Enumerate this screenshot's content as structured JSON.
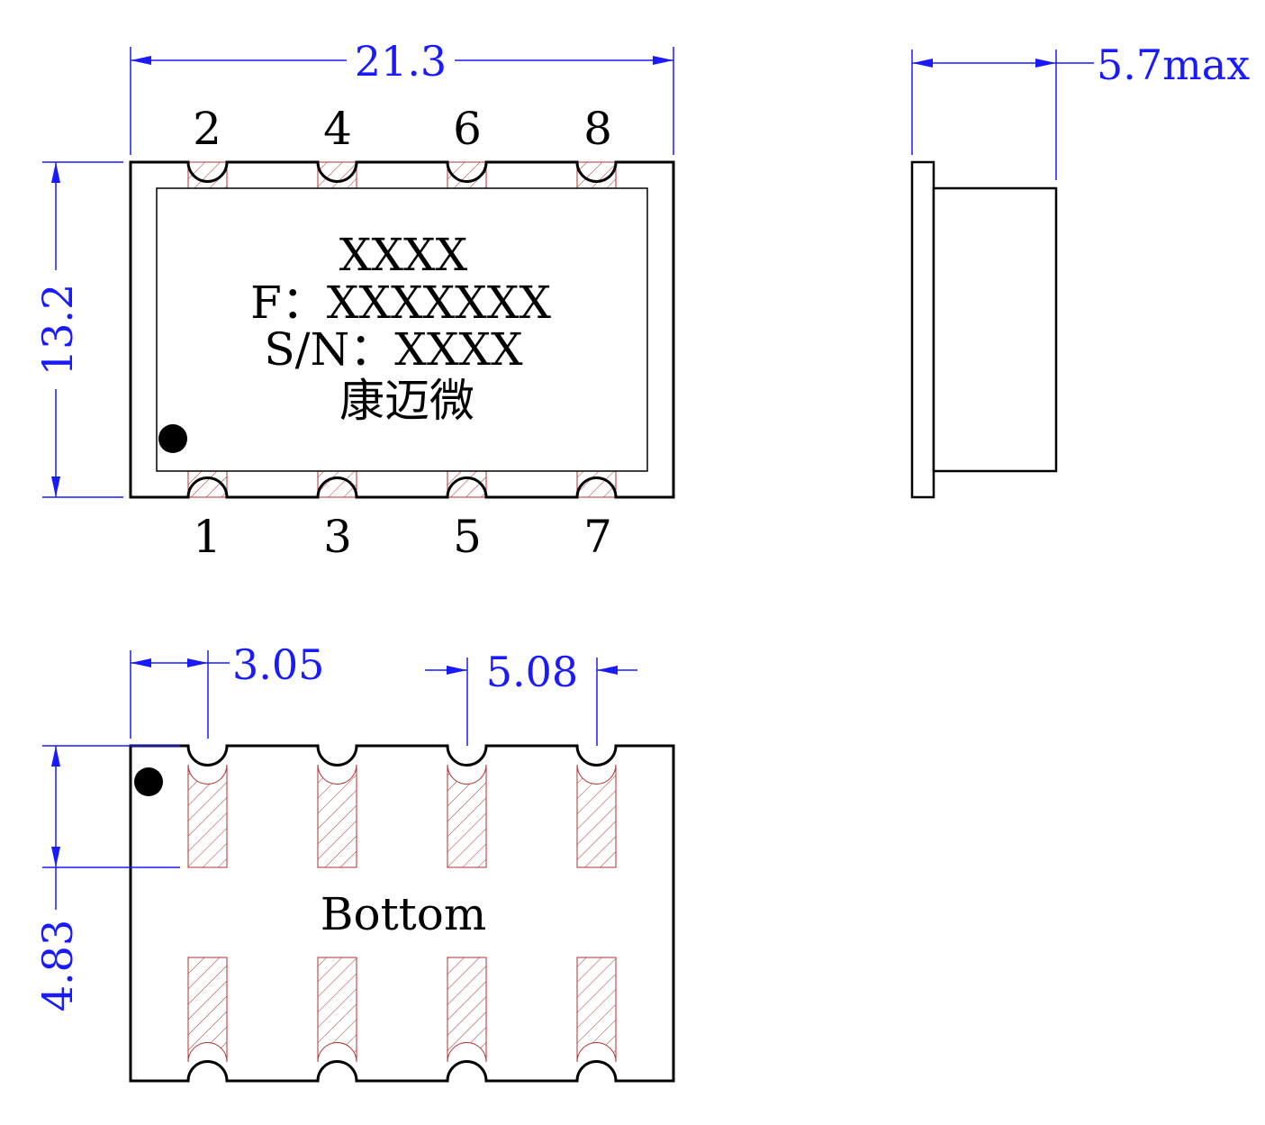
{
  "dimensions": {
    "width": "21.3",
    "height": "13.2",
    "thickness": "5.7max",
    "pin1_offset": "3.05",
    "pitch": "5.08",
    "pad_length": "4.83"
  },
  "pins": {
    "top": [
      "2",
      "4",
      "6",
      "8"
    ],
    "bottom": [
      "1",
      "3",
      "5",
      "7"
    ]
  },
  "marking": {
    "line1": "XXXX",
    "line2": "F：XXXXXXX",
    "line3": "S/N：XXXX",
    "line4": "康迈微"
  },
  "bottom_view": {
    "label": "Bottom"
  },
  "colors": {
    "dimension": "#1a1aff",
    "outline": "#000000",
    "pad_hatch": "#b03030"
  }
}
